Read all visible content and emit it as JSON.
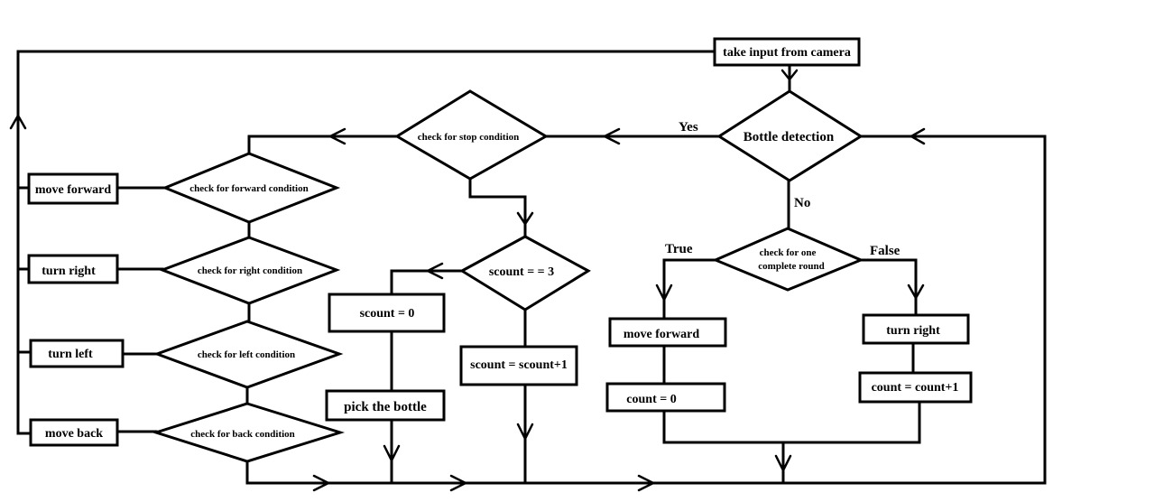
{
  "diagram": {
    "nodes": {
      "camera": "take input from camera",
      "bottle_detection": "Bottle detection",
      "stop_condition": "check for stop condition",
      "forward_condition": "check for forward condition",
      "right_condition": "check for right condition",
      "left_condition": "check for left condition",
      "back_condition": "check for back condition",
      "move_forward_left": "move forward",
      "turn_right_left": "turn right",
      "turn_left": "turn left",
      "move_back": "move back",
      "scount_check": "scount = = 3",
      "scount_reset": "scount = 0",
      "pick_bottle": "pick the bottle",
      "scount_inc": "scount = scount+1",
      "round_check_line1": "check for one",
      "round_check_line2": "complete round",
      "move_forward_right": "move forward",
      "count_reset": "count = 0",
      "turn_right_right": "turn right",
      "count_inc": "count = count+1"
    },
    "edge_labels": {
      "yes": "Yes",
      "no": "No",
      "true": "True",
      "false": "False"
    }
  }
}
